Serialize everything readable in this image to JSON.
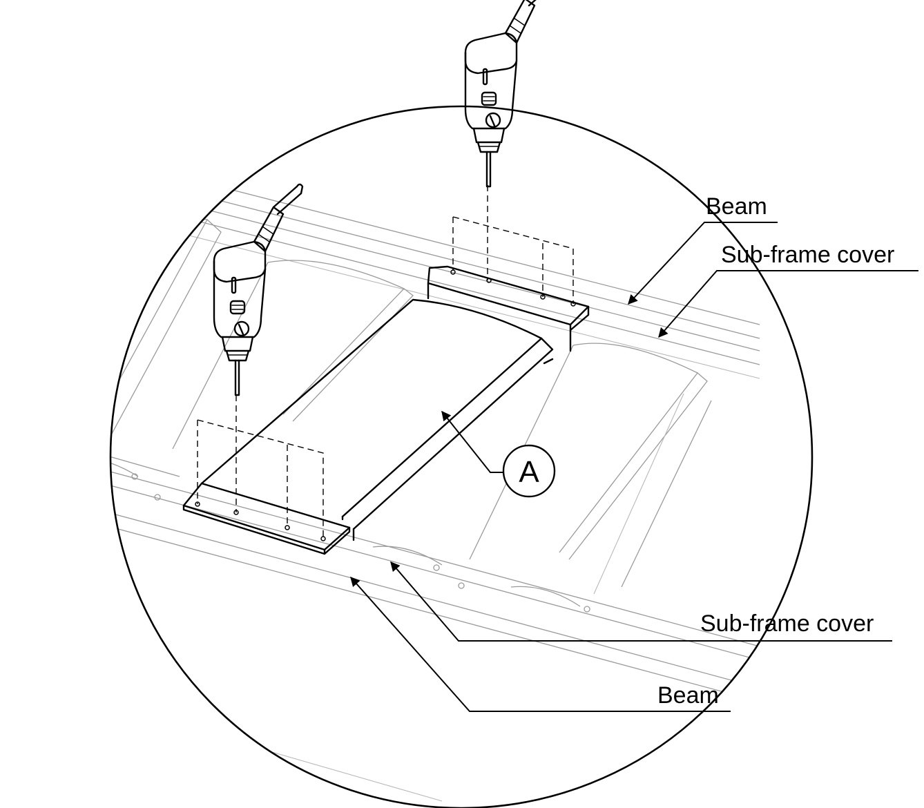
{
  "labels": {
    "beam_top": "Beam",
    "subframe_top": "Sub-frame cover",
    "subframe_bottom": "Sub-frame cover",
    "beam_bottom": "Beam",
    "callout_a": "A"
  },
  "icons": {
    "drill_upper": "power-drill-icon",
    "drill_lower": "power-drill-icon"
  },
  "colors": {
    "line": "#000000",
    "background_line": "#9a9a9a",
    "background": "#ffffff"
  }
}
